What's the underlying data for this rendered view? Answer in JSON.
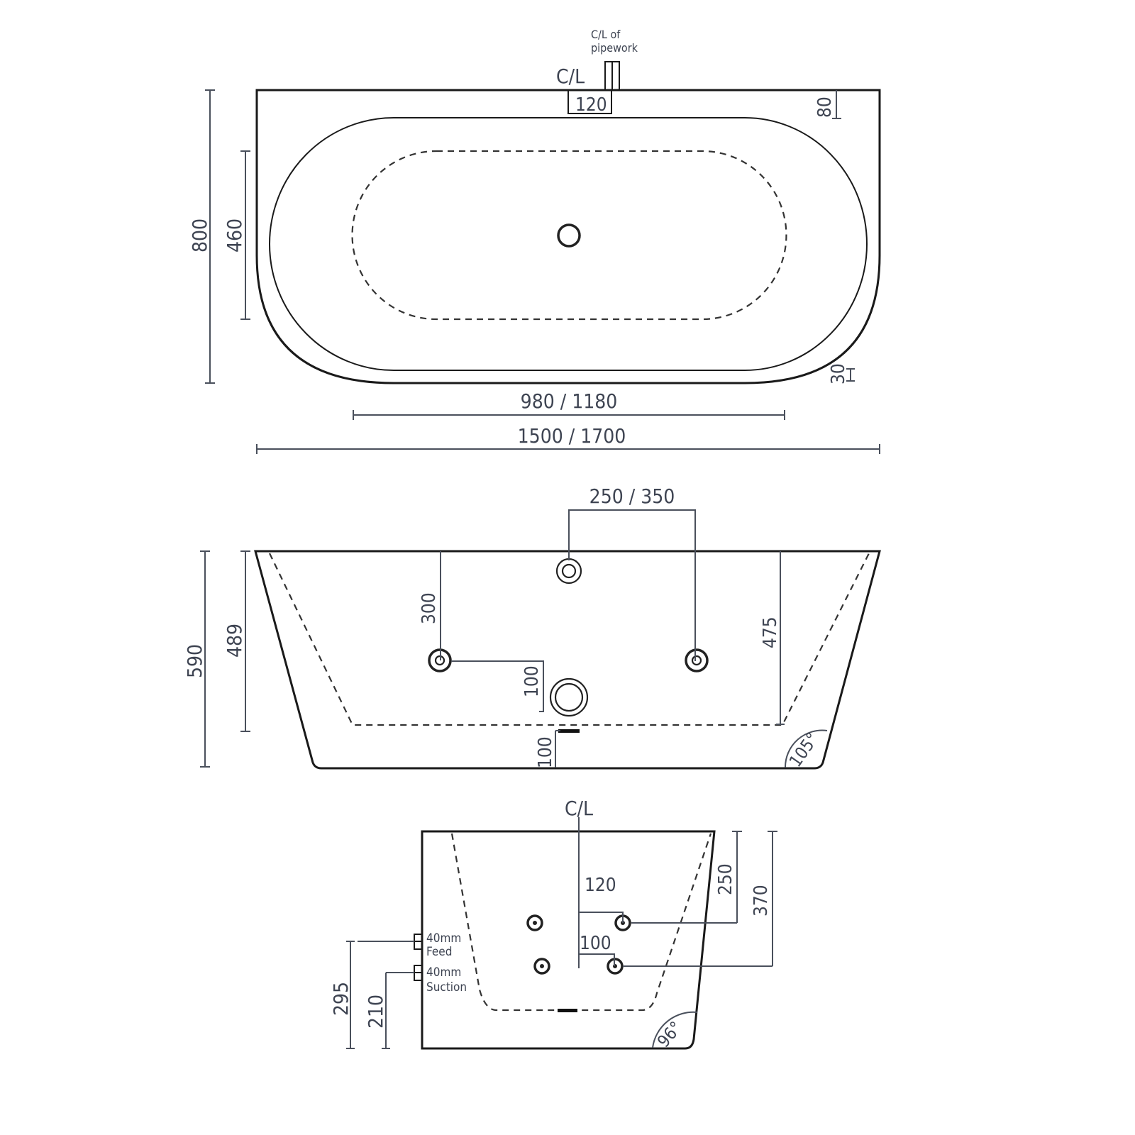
{
  "drawing": {
    "title": "Bathtub dimensional drawing",
    "units": "mm",
    "colors": {
      "outline": "#1a1a1a",
      "dimension_line": "#4a505c",
      "dimension_text": "#3e4452",
      "background": "#ffffff"
    }
  },
  "plan_view": {
    "label_cl": "C/L",
    "label_cl_pipework_line1": "C/L of",
    "label_cl_pipework_line2": "pipework",
    "dim_pipework_offset": "120",
    "dim_rim_back": "80",
    "dim_rim_side": "30",
    "dim_overall_width": "800",
    "dim_inner_width": "460",
    "dim_inner_length": "980 / 1180",
    "dim_overall_length": "1500 / 1700"
  },
  "front_elevation": {
    "dim_jet_spacing": "250 / 350",
    "dim_jet_height_from_rim": "300",
    "dim_jet_to_drain": "100",
    "dim_depth_right": "475",
    "dim_overall_height": "590",
    "dim_inner_depth": "489",
    "dim_base_thickness": "100",
    "angle_side": "105°"
  },
  "end_elevation": {
    "label_cl": "C/L",
    "dim_upper_jet_offset": "120",
    "dim_lower_jet_offset": "100",
    "dim_upper_jet_height": "250",
    "dim_lower_jet_height": "370",
    "dim_feed_height": "295",
    "dim_suction_height": "210",
    "label_feed_line1": "40mm",
    "label_feed_line2": "Feed",
    "label_suction_line1": "40mm",
    "label_suction_line2": "Suction",
    "angle_side": "96°"
  }
}
